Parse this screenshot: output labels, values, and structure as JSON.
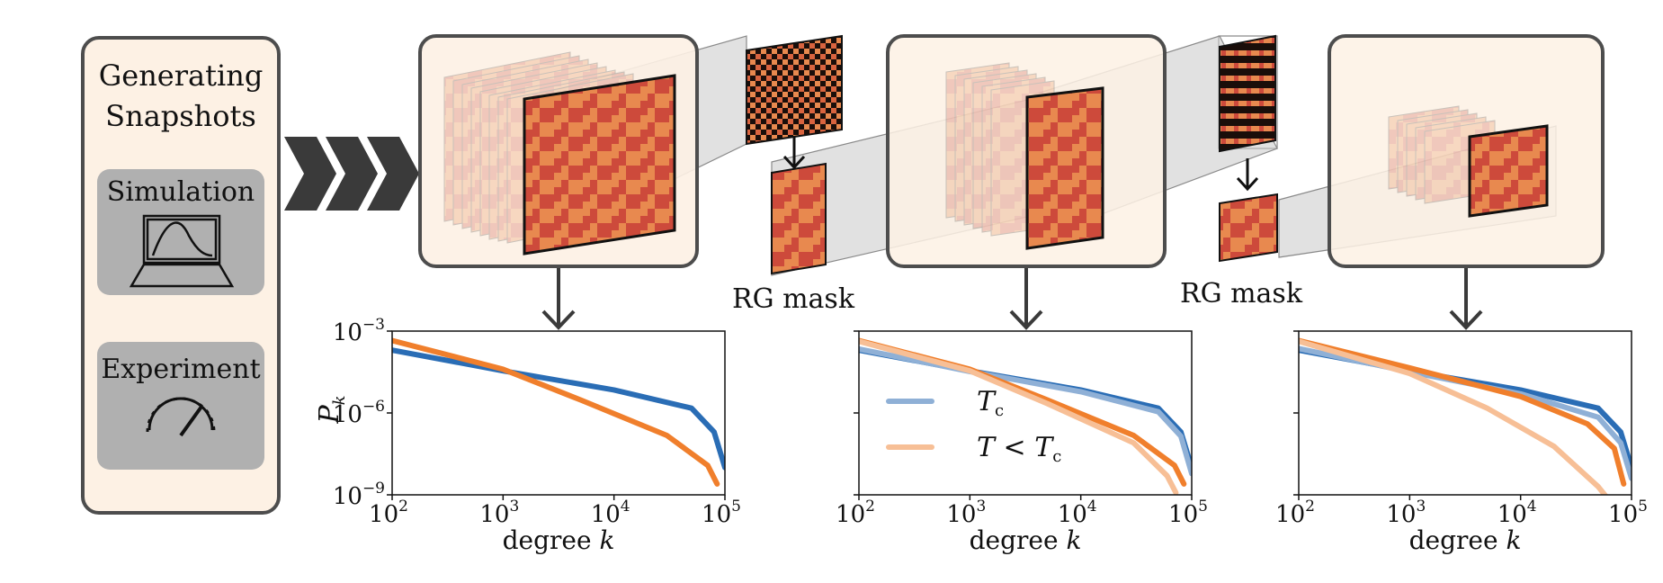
{
  "generator": {
    "title_line1": "Generating",
    "title_line2": "Snapshots",
    "simulation_label": "Simulation",
    "experiment_label": "Experiment",
    "icons": [
      "laptop-icon",
      "gauge-icon"
    ]
  },
  "rg_labels": [
    "RG mask",
    "RG mask"
  ],
  "colors": {
    "panel_bg": "#fdf1e4",
    "panel_border": "#4d4d4d",
    "gray_box": "#b0b0b0",
    "lattice_light": "#e8894f",
    "lattice_dark": "#cd4a3b",
    "mask_dark": "#1a0e0a",
    "tc_blue": "#2a6db5",
    "tc_blue_light": "#8fb0d6",
    "t_orange": "#f07f2c",
    "t_orange_light": "#f7bf96",
    "chevron": "#3a3a3a"
  },
  "plot_common": {
    "ylabel": "P",
    "ylabel_sub": "k",
    "xlabel_prefix": "degree",
    "xlabel_var": "k",
    "xticks": [
      {
        "base": "10",
        "exp": "2"
      },
      {
        "base": "10",
        "exp": "3"
      },
      {
        "base": "10",
        "exp": "4"
      },
      {
        "base": "10",
        "exp": "5"
      }
    ],
    "yticks": [
      {
        "base": "10",
        "exp": "−3"
      },
      {
        "base": "10",
        "exp": "−6"
      },
      {
        "base": "10",
        "exp": "−9"
      }
    ]
  },
  "legend": {
    "tc_label": "T",
    "tc_sub": "c",
    "t_label_pre": "T < T",
    "t_label_sub": "c"
  },
  "chart_data": [
    {
      "type": "line",
      "x_scale": "log",
      "y_scale": "log",
      "xlim": [
        100,
        100000
      ],
      "ylim": [
        1e-09,
        0.001
      ],
      "series": [
        {
          "color": "#2a6db5",
          "points": [
            [
              100,
              0.0002
            ],
            [
              1000,
              3.5e-05
            ],
            [
              10000,
              7e-06
            ],
            [
              50000,
              1.5e-06
            ],
            [
              80000,
              2e-07
            ],
            [
              100000,
              1e-08
            ]
          ]
        },
        {
          "color": "#f07f2c",
          "points": [
            [
              100,
              0.00045
            ],
            [
              1000,
              4e-05
            ],
            [
              5000,
              3e-06
            ],
            [
              30000,
              1.5e-07
            ],
            [
              70000,
              1.2e-08
            ],
            [
              85000,
              2.5e-09
            ]
          ]
        }
      ]
    },
    {
      "type": "line",
      "x_scale": "log",
      "y_scale": "log",
      "xlim": [
        100,
        100000
      ],
      "ylim": [
        1e-09,
        0.001
      ],
      "series": [
        {
          "name": "T_c",
          "color": "#2a6db5",
          "points": [
            [
              100,
              0.0002
            ],
            [
              1000,
              3.5e-05
            ],
            [
              10000,
              7e-06
            ],
            [
              50000,
              1.5e-06
            ],
            [
              80000,
              2e-07
            ],
            [
              100000,
              1e-08
            ]
          ]
        },
        {
          "color": "#8fb0d6",
          "points": [
            [
              100,
              0.00022
            ],
            [
              1000,
              3.3e-05
            ],
            [
              10000,
              6e-06
            ],
            [
              50000,
              1.1e-06
            ],
            [
              80000,
              1.4e-07
            ],
            [
              100000,
              6e-09
            ]
          ]
        },
        {
          "name": "T < T_c",
          "color": "#f07f2c",
          "points": [
            [
              100,
              0.00045
            ],
            [
              1000,
              4e-05
            ],
            [
              5000,
              3e-06
            ],
            [
              30000,
              1.5e-07
            ],
            [
              70000,
              1.2e-08
            ],
            [
              85000,
              2.5e-09
            ]
          ]
        },
        {
          "color": "#f7bf96",
          "points": [
            [
              100,
              0.00042
            ],
            [
              1000,
              3.5e-05
            ],
            [
              5000,
              2.2e-06
            ],
            [
              30000,
              8e-08
            ],
            [
              60000,
              5e-09
            ],
            [
              72000,
              1.2e-09
            ]
          ]
        }
      ]
    },
    {
      "type": "line",
      "x_scale": "log",
      "y_scale": "log",
      "xlim": [
        100,
        100000
      ],
      "ylim": [
        1e-09,
        0.001
      ],
      "series": [
        {
          "color": "#2a6db5",
          "points": [
            [
              100,
              0.0002
            ],
            [
              1000,
              3.5e-05
            ],
            [
              10000,
              7e-06
            ],
            [
              50000,
              1.5e-06
            ],
            [
              80000,
              2e-07
            ],
            [
              100000,
              1e-08
            ]
          ]
        },
        {
          "color": "#8fb0d6",
          "points": [
            [
              100,
              0.00023
            ],
            [
              1000,
              3.2e-05
            ],
            [
              10000,
              5e-06
            ],
            [
              50000,
              7e-07
            ],
            [
              80000,
              8e-08
            ],
            [
              100000,
              4e-09
            ]
          ]
        },
        {
          "color": "#f07f2c",
          "points": [
            [
              100,
              0.00045
            ],
            [
              1000,
              4.5e-05
            ],
            [
              10000,
              4e-06
            ],
            [
              40000,
              4e-07
            ],
            [
              70000,
              5e-08
            ],
            [
              85000,
              2.5e-09
            ]
          ]
        },
        {
          "color": "#f7bf96",
          "points": [
            [
              100,
              0.00042
            ],
            [
              1000,
              2.8e-05
            ],
            [
              5000,
              1.5e-06
            ],
            [
              20000,
              6e-08
            ],
            [
              50000,
              2e-09
            ],
            [
              60000,
              8e-10
            ]
          ]
        }
      ]
    }
  ]
}
